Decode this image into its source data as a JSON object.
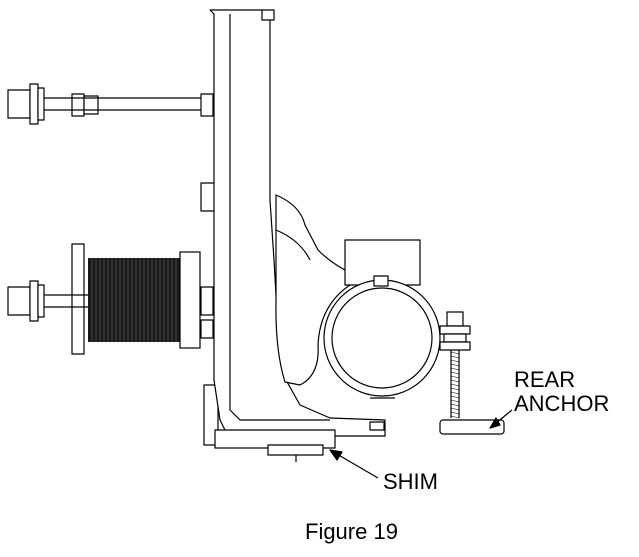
{
  "labels": {
    "rear_anchor_line1": "REAR",
    "rear_anchor_line2": "ANCHOR",
    "shim": "SHIM"
  },
  "caption": "Figure 19",
  "colors": {
    "line": "#000000",
    "thread": "#1a1a1a",
    "background": "#ffffff"
  }
}
